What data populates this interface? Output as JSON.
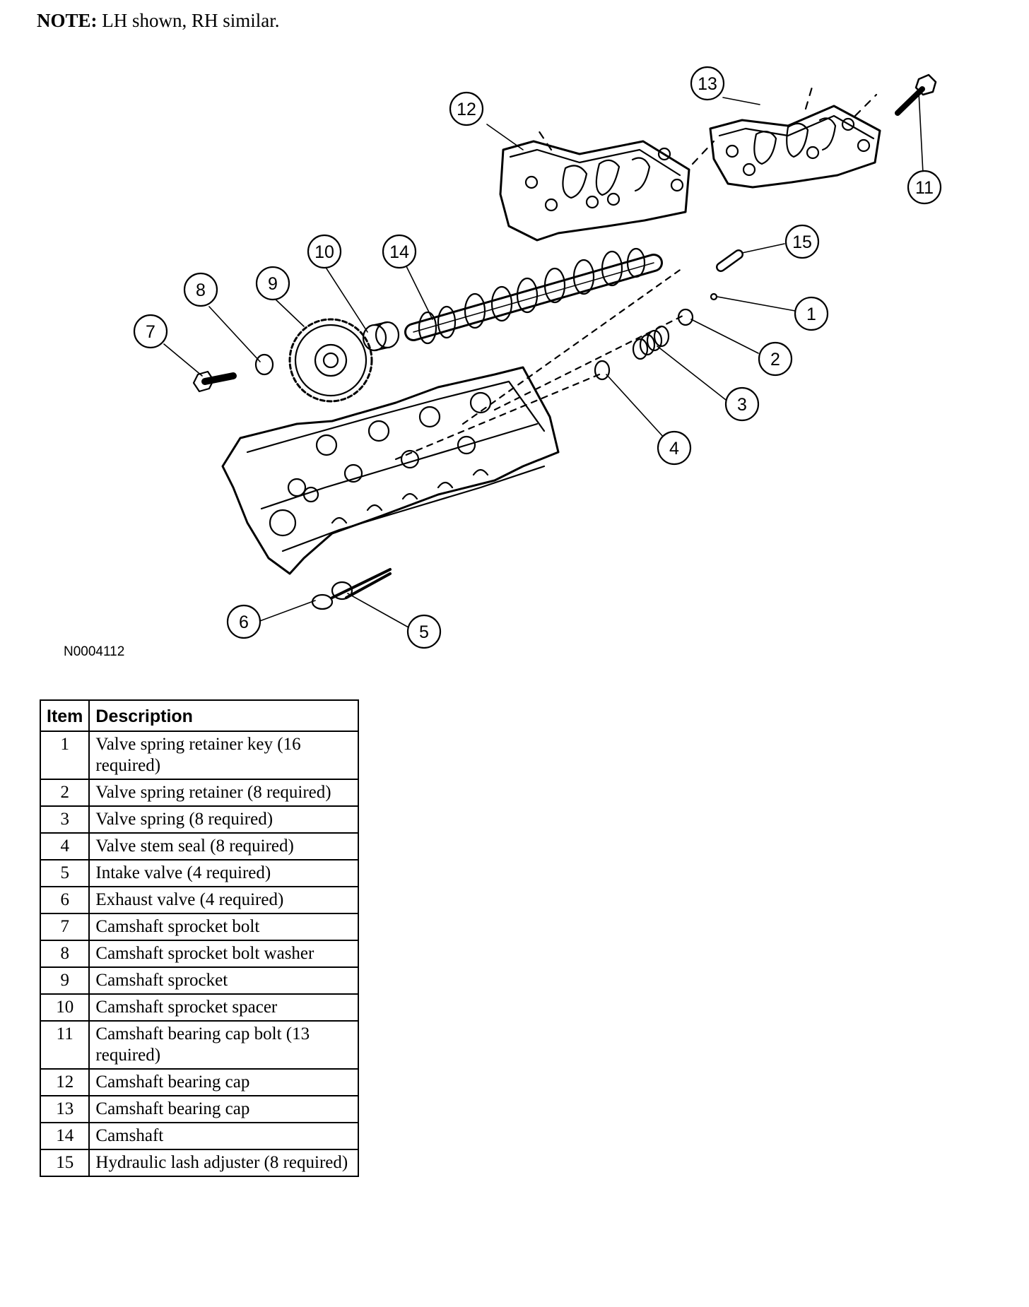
{
  "note": {
    "prefix": "NOTE:",
    "text": "LH shown, RH similar."
  },
  "figure_id": "N0004112",
  "callouts": [
    "1",
    "2",
    "3",
    "4",
    "5",
    "6",
    "7",
    "8",
    "9",
    "10",
    "11",
    "12",
    "13",
    "14",
    "15"
  ],
  "table": {
    "headers": [
      "Item",
      "Description"
    ],
    "rows": [
      {
        "item": "1",
        "description": "Valve spring retainer key (16 required)"
      },
      {
        "item": "2",
        "description": "Valve spring retainer (8 required)"
      },
      {
        "item": "3",
        "description": "Valve spring (8 required)"
      },
      {
        "item": "4",
        "description": "Valve stem seal (8 required)"
      },
      {
        "item": "5",
        "description": "Intake valve (4 required)"
      },
      {
        "item": "6",
        "description": "Exhaust valve (4 required)"
      },
      {
        "item": "7",
        "description": "Camshaft sprocket bolt"
      },
      {
        "item": "8",
        "description": "Camshaft sprocket bolt washer"
      },
      {
        "item": "9",
        "description": "Camshaft sprocket"
      },
      {
        "item": "10",
        "description": "Camshaft sprocket spacer"
      },
      {
        "item": "11",
        "description": "Camshaft bearing cap bolt (13 required)"
      },
      {
        "item": "12",
        "description": "Camshaft bearing cap"
      },
      {
        "item": "13",
        "description": "Camshaft bearing cap"
      },
      {
        "item": "14",
        "description": "Camshaft"
      },
      {
        "item": "15",
        "description": "Hydraulic lash adjuster (8 required)"
      }
    ]
  }
}
